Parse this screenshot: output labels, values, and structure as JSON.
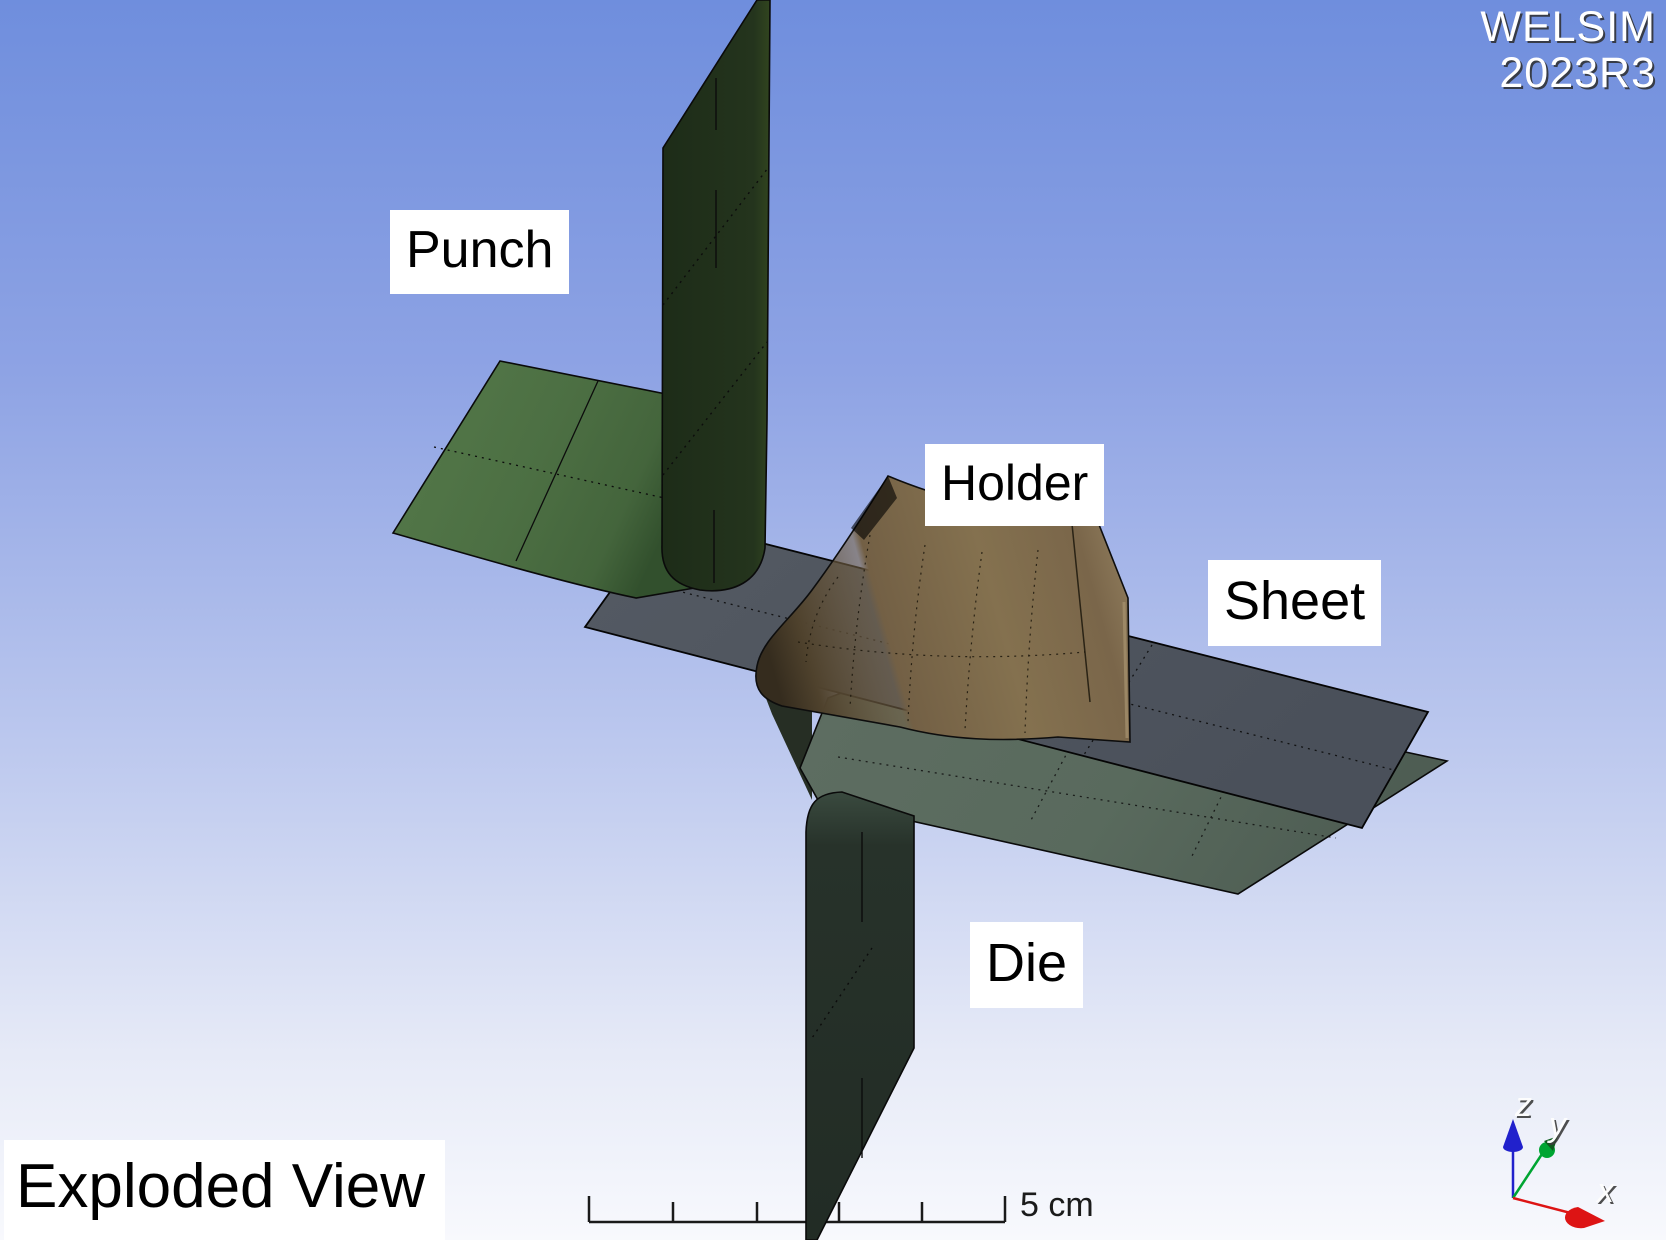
{
  "app": {
    "brand_line1": "WELSIM",
    "brand_line2": "2023R3"
  },
  "view": {
    "title": "Exploded View"
  },
  "part_labels": {
    "punch": "Punch",
    "holder": "Holder",
    "sheet": "Sheet",
    "die": "Die"
  },
  "scale_bar": {
    "label": "5 cm"
  },
  "triad": {
    "z_label": "z",
    "y_label": "y",
    "x_label": "x",
    "z_color": "#2121cc",
    "y_color": "#00a532",
    "x_color": "#dd1414"
  },
  "parts": {
    "punch": {
      "name": "Punch",
      "flange_color": "#4d7044",
      "plate_color": "#20301b"
    },
    "sheet": {
      "name": "Sheet",
      "color": "#4e545d"
    },
    "holder": {
      "name": "Holder",
      "color": "#7b6747"
    },
    "die": {
      "name": "Die",
      "flange_color": "#5b6b5f",
      "plate_color": "#242e27"
    }
  },
  "background": {
    "top": "#6f8edd",
    "bottom": "#f8f9fd"
  }
}
